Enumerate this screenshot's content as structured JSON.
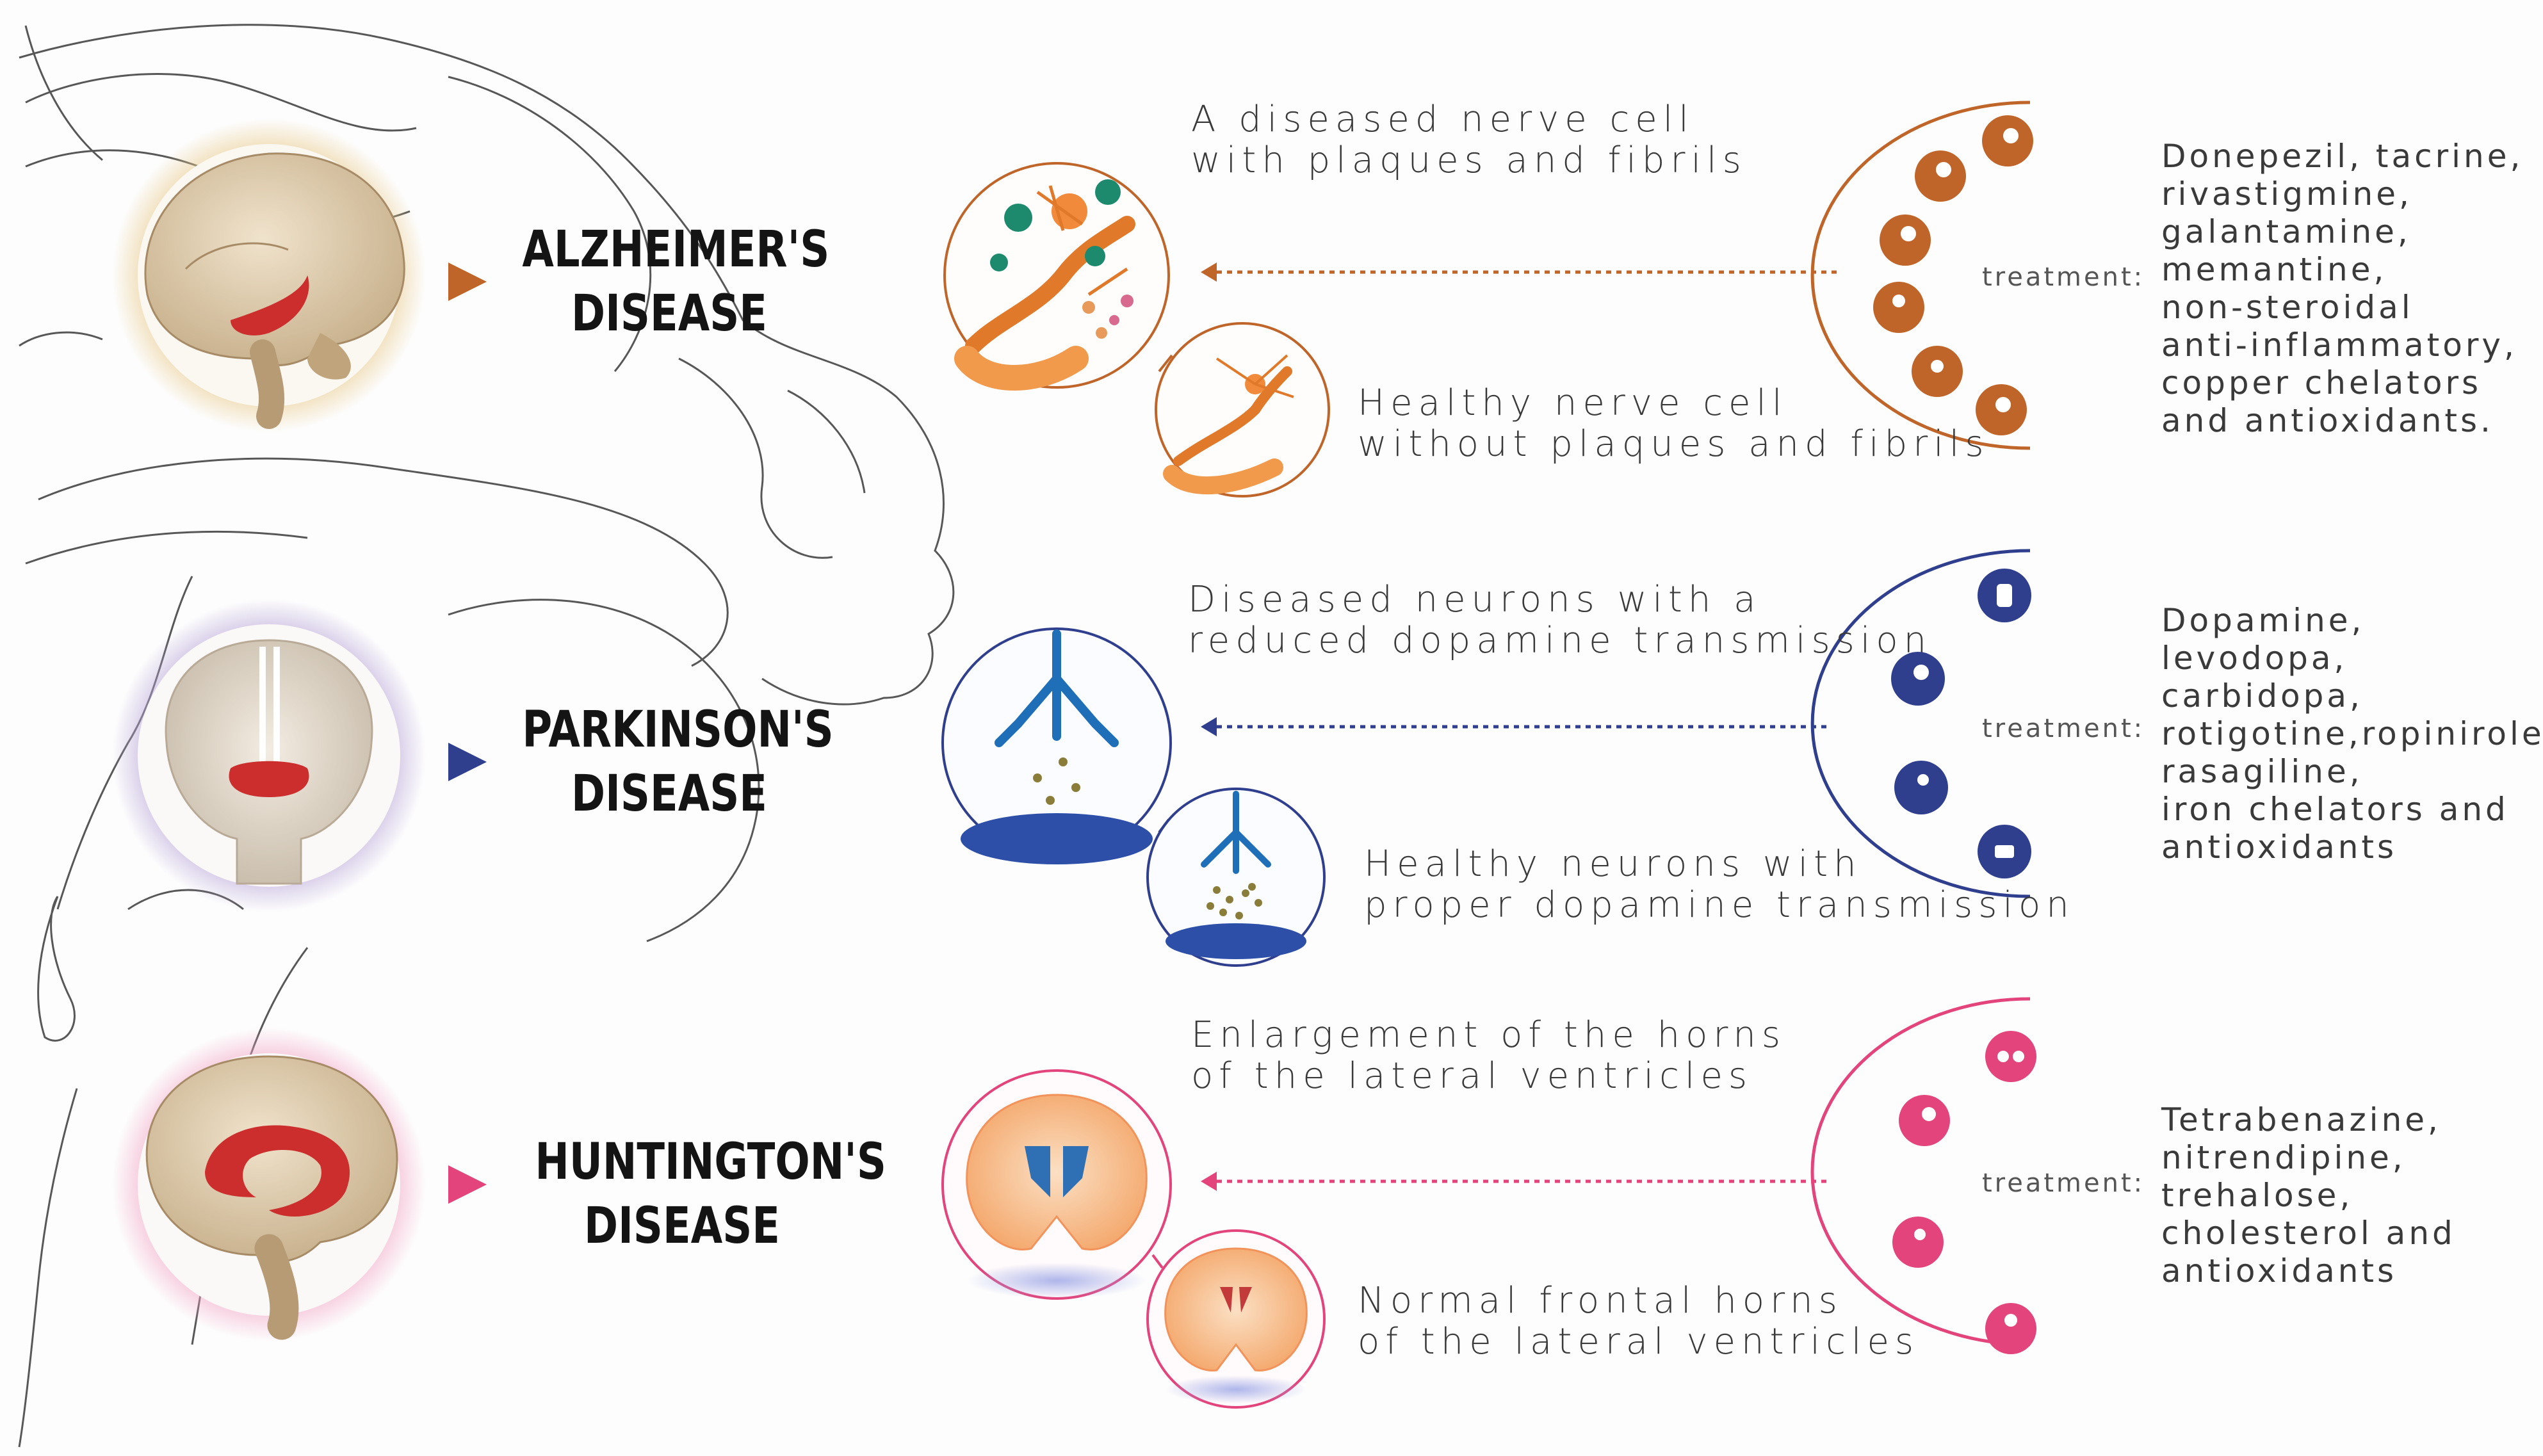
{
  "diseases": [
    {
      "title_line1": "ALZHEIMER'S",
      "title_line2": "DISEASE",
      "diseased_caption": [
        "A diseased nerve cell",
        "with plaques and fibrils"
      ],
      "healthy_caption": [
        "Healthy nerve cell",
        "without plaques and fibrils"
      ],
      "treatment_label": "treatment:",
      "drugs": [
        "Donepezil, tacrine,",
        "rivastigmine,",
        "galantamine,",
        "memantine,",
        "non-steroidal",
        "anti-inflammatory,",
        "copper chelators",
        "and antioxidants."
      ],
      "color": "#c0652a"
    },
    {
      "title_line1": "PARKINSON'S",
      "title_line2": "DISEASE",
      "diseased_caption": [
        "Diseased neurons with a",
        "reduced dopamine transmission"
      ],
      "healthy_caption": [
        "Healthy neurons with",
        "proper dopamine transmission"
      ],
      "treatment_label": "treatment:",
      "drugs": [
        "Dopamine,",
        "levodopa,",
        "carbidopa,",
        "rotigotine,ropinirole,",
        "rasagiline,",
        "iron chelators and",
        "antioxidants"
      ],
      "color": "#2f3f8e"
    },
    {
      "title_line1": "HUNTINGTON'S",
      "title_line2": "DISEASE",
      "diseased_caption": [
        "Enlargement of the horns",
        "of the lateral ventricles"
      ],
      "healthy_caption": [
        "Normal frontal horns",
        "of the lateral ventricles"
      ],
      "treatment_label": "treatment:",
      "drugs": [
        "Tetrabenazine,",
        "nitrendipine,",
        "trehalose,",
        "cholesterol and",
        "antioxidants"
      ],
      "color": "#e2447b"
    }
  ]
}
